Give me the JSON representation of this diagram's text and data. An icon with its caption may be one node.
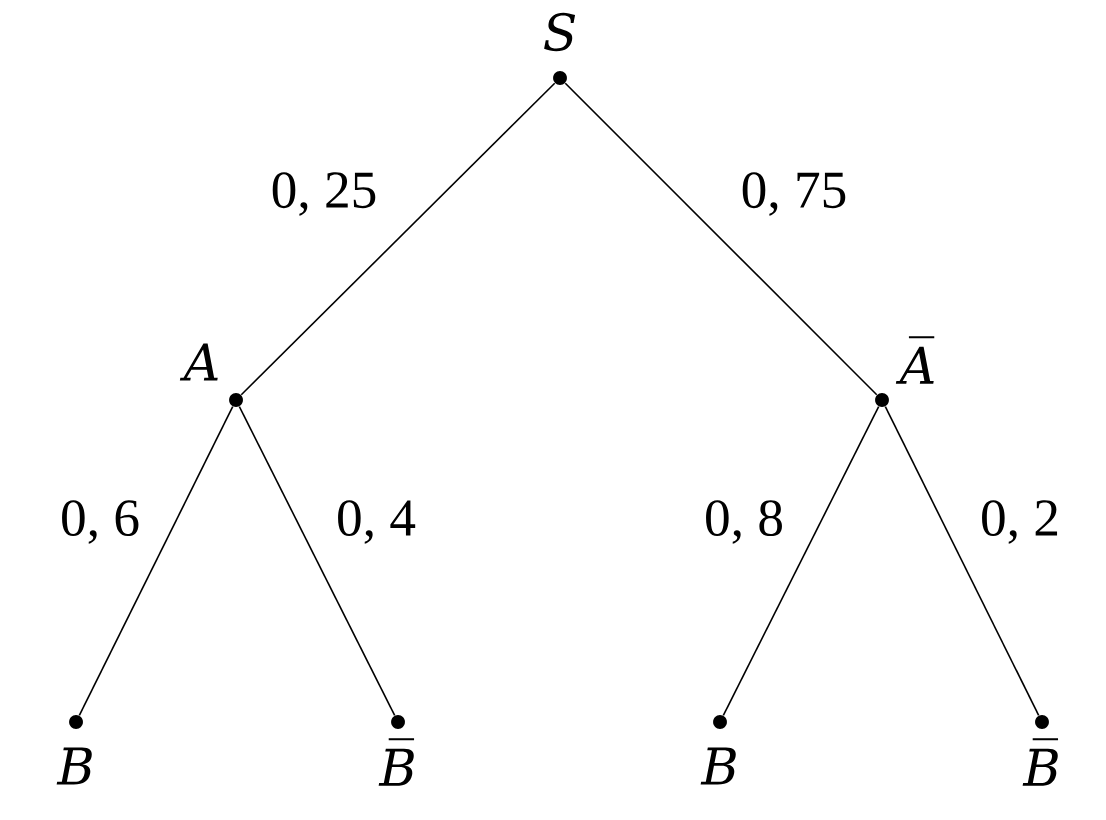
{
  "diagram": {
    "nodes": [
      {
        "text": [],
        "shape": "circle",
        "beside": [
          "S"
        ]
      },
      {
        "text": [],
        "shape": "circle",
        "beside": [
          "A"
        ]
      },
      {
        "text": [],
        "shape": "circle",
        "beside": [
          "A̅"
        ]
      },
      {
        "text": [],
        "shape": "circle",
        "beside": [
          "B"
        ]
      },
      {
        "text": [],
        "shape": "circle",
        "beside": [
          "B̅"
        ]
      },
      {
        "text": [],
        "shape": "circle",
        "beside": [
          "B"
        ]
      },
      {
        "text": [],
        "shape": "circle",
        "beside": [
          "B̅"
        ]
      }
    ],
    "edges": [
      {
        "from": 0,
        "to": 1,
        "arrow": "none",
        "label": "0, 25"
      },
      {
        "from": 0,
        "to": 2,
        "arrow": "none",
        "label": "0, 75"
      },
      {
        "from": 1,
        "to": 3,
        "arrow": "none",
        "label": "0, 6"
      },
      {
        "from": 1,
        "to": 4,
        "arrow": "none",
        "label": "0, 4"
      },
      {
        "from": 2,
        "to": 5,
        "arrow": "none",
        "label": "0, 8"
      },
      {
        "from": 2,
        "to": 6,
        "arrow": "none",
        "label": "0, 2"
      }
    ]
  }
}
